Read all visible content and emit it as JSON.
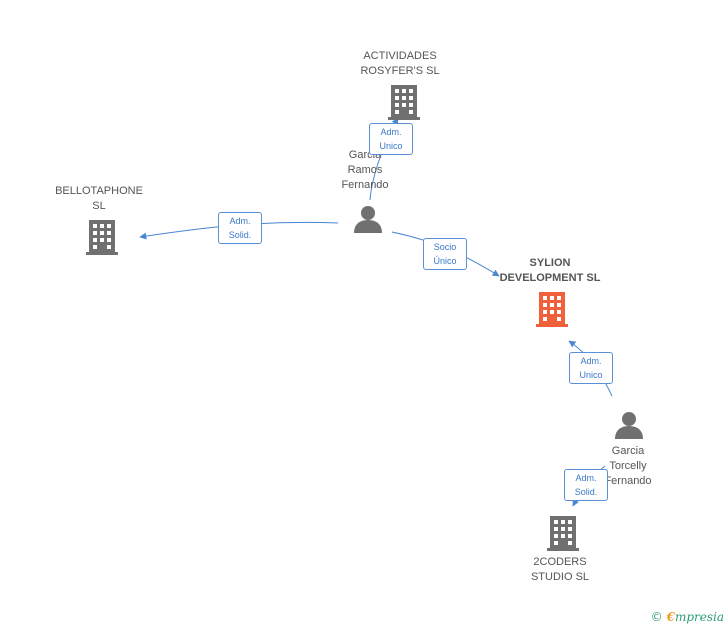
{
  "nodes": {
    "actividades": {
      "label": "ACTIVIDADES\nROSYFER'S SL",
      "color": "#707070"
    },
    "bellotaphone": {
      "label": "BELLOTAPHONE\nSL",
      "color": "#707070"
    },
    "garcia_ramos": {
      "label": "Garcia\nRamos\nFernando",
      "color": "#707070"
    },
    "sylion": {
      "label": "SYLION\nDEVELOPMENT SL",
      "color": "#f0603a"
    },
    "garcia_torcelly": {
      "label": "Garcia\nTorcelly\nFernando",
      "color": "#707070"
    },
    "coders": {
      "label": "2CODERS\nSTUDIO SL",
      "color": "#707070"
    }
  },
  "edges": {
    "e1": {
      "label": "Adm.\nUnico"
    },
    "e2": {
      "label": "Adm.\nSolid."
    },
    "e3": {
      "label": "Socio\nÚnico"
    },
    "e4": {
      "label": "Adm.\nUnico"
    },
    "e5": {
      "label": "Adm.\nSolid."
    }
  },
  "edge_color": "#4a86d4",
  "footer": {
    "copyright": "©",
    "brand_initial": "€",
    "brand_rest": "mpresia"
  }
}
